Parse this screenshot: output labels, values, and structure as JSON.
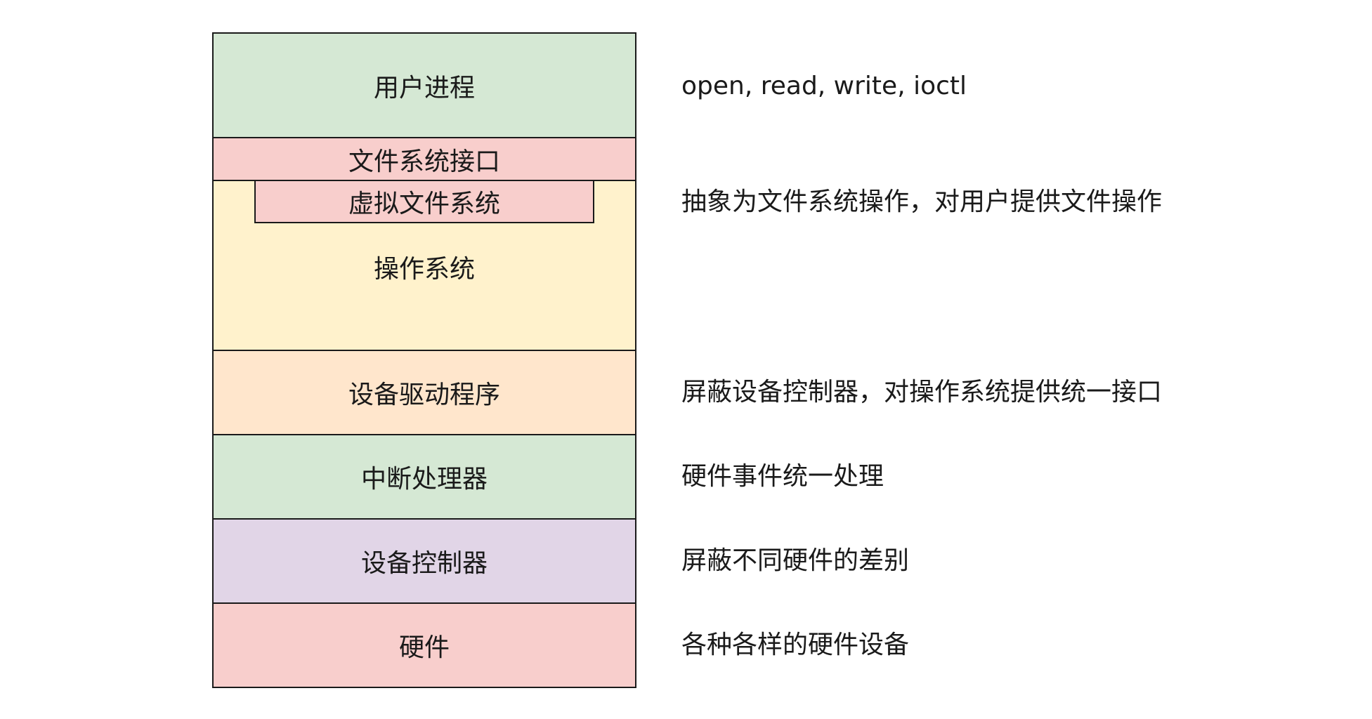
{
  "layers": {
    "user_process": "用户进程",
    "fs_interface": "文件系统接口",
    "vfs": "虚拟文件系统",
    "os": "操作系统",
    "driver": "设备驱动程序",
    "interrupt_handler": "中断处理器",
    "device_controller": "设备控制器",
    "hardware": "硬件"
  },
  "descriptions": {
    "user_process": "open, read, write, ioctl",
    "vfs": "抽象为文件系统操作，对用户提供文件操作",
    "driver": "屏蔽设备控制器，对操作系统提供统一接口",
    "interrupt_handler": "硬件事件统一处理",
    "device_controller": "屏蔽不同硬件的差别",
    "hardware": "各种各样的硬件设备"
  },
  "colors": {
    "green": "#d5e8d4",
    "red": "#f8cecc",
    "yellow": "#fff2cc",
    "orange": "#ffe6cc",
    "purple": "#e1d5e7",
    "border": "#1a1a1a"
  }
}
